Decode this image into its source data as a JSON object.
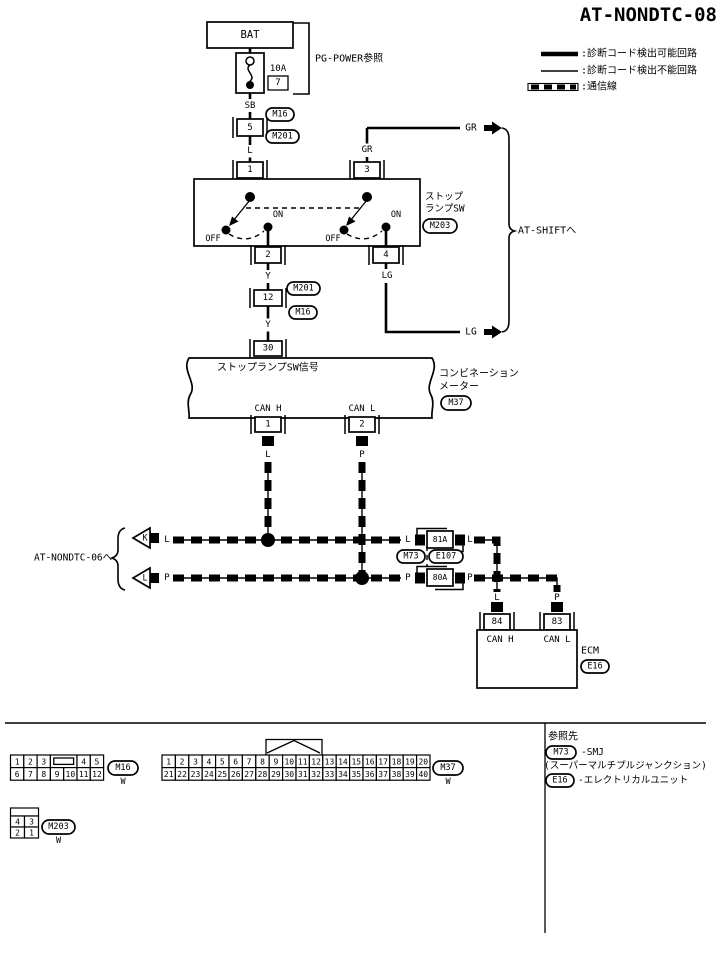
{
  "title": "AT-NONDTC-08",
  "legend": {
    "detectable": ":診断コード検出可能回路",
    "undetectable": ":診断コード検出不能回路",
    "comm": ":通信線"
  },
  "power": {
    "bat": "BAT",
    "fuse_amp": "10A",
    "fuse_no": "7",
    "ref": "PG-POWER参照",
    "wire_sb": "SB",
    "conn_m16": "M16",
    "pin5": "5",
    "conn_m201": "M201",
    "wire_l": "L"
  },
  "sw": {
    "pin1": "1",
    "pin3": "3",
    "wire_gr": "GR",
    "on": "ON",
    "off": "OFF",
    "name1": "ストップ",
    "name2": "ランプSW",
    "conn": "M203",
    "pin2": "2",
    "pin4": "4",
    "wire_y": "Y",
    "wire_lg": "LG"
  },
  "shift": {
    "gr": "GR",
    "lg": "LG",
    "dest": "AT-SHIFTへ"
  },
  "link": {
    "conn_m201": "M201",
    "pin12": "12",
    "conn_m16": "M16",
    "wire_y": "Y",
    "pin30": "30"
  },
  "meter": {
    "signal": "ストップランプSW信号",
    "name1": "コンビネーション",
    "name2": "メーター",
    "conn": "M37",
    "can_h": "CAN H",
    "can_l": "CAN L",
    "pin_h": "1",
    "pin_l": "2",
    "wire_l": "L",
    "wire_p": "P"
  },
  "bus": {
    "src": "AT-NONDTC-06へ",
    "tri_top": "K",
    "tri_bot": "L",
    "wire_l": "L",
    "wire_p": "P",
    "smj_top": "81A",
    "smj_bot": "80A",
    "conn_m73": "M73",
    "conn_e107": "E107"
  },
  "ecm": {
    "wire_l": "L",
    "wire_p": "P",
    "pin84": "84",
    "pin83": "83",
    "can_h": "CAN H",
    "can_l": "CAN L",
    "name": "ECM",
    "conn": "E16"
  },
  "footer": {
    "m16": {
      "label": "M16",
      "color": "W",
      "row1a": [
        "1",
        "2",
        "3"
      ],
      "row1b": [
        "4",
        "5"
      ],
      "row2": [
        "6",
        "7",
        "8",
        "9",
        "10",
        "11",
        "12"
      ]
    },
    "m37": {
      "label": "M37",
      "color": "W",
      "row1": [
        "1",
        "2",
        "3",
        "4",
        "5",
        "6",
        "7",
        "8",
        "9",
        "10",
        "11",
        "12",
        "13",
        "14",
        "15",
        "16",
        "17",
        "18",
        "19",
        "20"
      ],
      "row2": [
        "21",
        "22",
        "23",
        "24",
        "25",
        "26",
        "27",
        "28",
        "29",
        "30",
        "31",
        "32",
        "33",
        "34",
        "35",
        "36",
        "37",
        "38",
        "39",
        "40"
      ]
    },
    "m203": {
      "label": "M203",
      "color": "W",
      "row1": [
        "4",
        "3"
      ],
      "row2": [
        "2",
        "1"
      ]
    },
    "refs": {
      "heading": "参照先",
      "r1_code": "M73",
      "r1_desc": "-SMJ",
      "r1_desc2": "(スーパーマルチプルジャンクション)",
      "r2_code": "E16",
      "r2_desc": "-エレクトリカルユニット"
    }
  }
}
